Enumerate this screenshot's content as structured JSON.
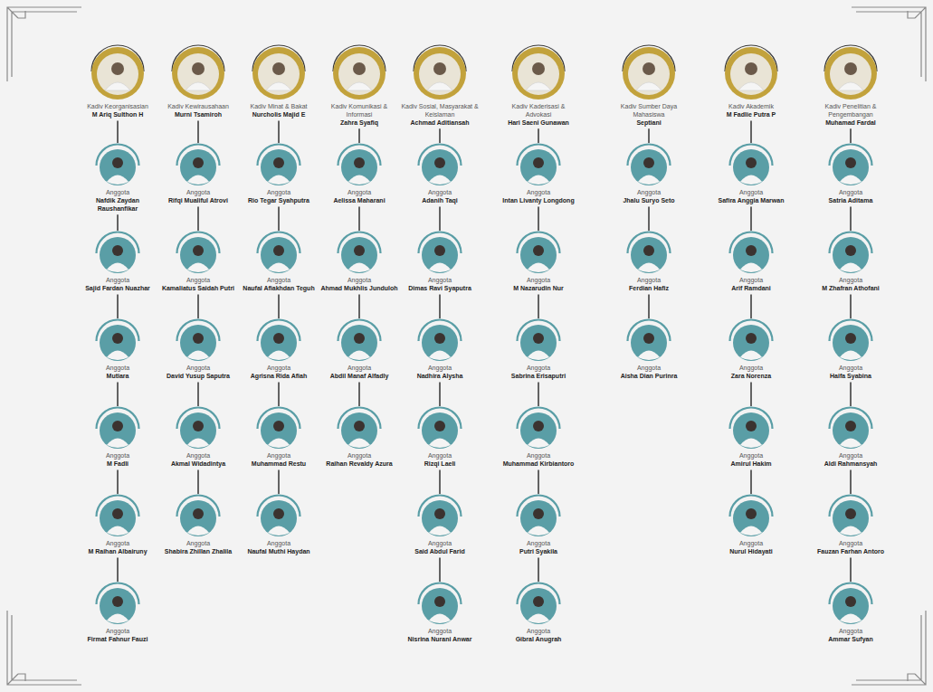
{
  "diagram": {
    "nodes": [
      {
        "text": [
          "Kadiv Keorganisasian",
          "M Ariq Sulthon H"
        ]
      },
      {
        "text": [
          "Anggota",
          "Nafdik Zaydan Raushanfikar"
        ]
      },
      {
        "text": [
          "Anggota",
          "Sajid Fardan Nuazhar"
        ]
      },
      {
        "text": [
          "Anggota",
          "Mutiara"
        ]
      },
      {
        "text": [
          "Anggota",
          "M Fadli"
        ]
      },
      {
        "text": [
          "Anggota",
          "M Raihan Albairuny"
        ]
      },
      {
        "text": [
          "Anggota",
          "Firmat Fahnur Fauzi"
        ]
      },
      {
        "text": [
          "Kadiv Kewirausahaan",
          "Murni Tsamiroh"
        ]
      },
      {
        "text": [
          "Anggota",
          "Rifqi Mualiful Atrovi"
        ]
      },
      {
        "text": [
          "Anggota",
          "Kamaliatus Saidah Putri"
        ]
      },
      {
        "text": [
          "Anggota",
          "David Yusup Saputra"
        ]
      },
      {
        "text": [
          "Anggota",
          "Akmal Widadintya"
        ]
      },
      {
        "text": [
          "Anggota",
          "Shabira Zhillan Zhalila"
        ]
      },
      {
        "text": [
          "Kadiv Minat & Bakat",
          "Nurcholis Majid E"
        ]
      },
      {
        "text": [
          "Anggota",
          "Rio Tegar Syahputra"
        ]
      },
      {
        "text": [
          "Anggota",
          "Naufal Afiakhdan Teguh"
        ]
      },
      {
        "text": [
          "Anggota",
          "Agrisna Rida Afiah"
        ]
      },
      {
        "text": [
          "Anggota",
          "Muhammad Restu"
        ]
      },
      {
        "text": [
          "Anggota",
          "Naufal Muthi Haydan"
        ]
      },
      {
        "text": [
          "Kadiv Komunikasi & Informasi",
          "Zahra Syafiq"
        ]
      },
      {
        "text": [
          "Anggota",
          "Aelissa Maharani"
        ]
      },
      {
        "text": [
          "Anggota",
          "Ahmad Mukhlis Junduloh"
        ]
      },
      {
        "text": [
          "Anggota",
          "Abdil Manaf Alfadly"
        ]
      },
      {
        "text": [
          "Anggota",
          "Raihan Revaldy Azura"
        ]
      },
      {
        "text": [
          "Kadiv Sosial, Masyarakat & Keislaman",
          "Achmad Aditiansah"
        ]
      },
      {
        "text": [
          "Anggota",
          "Adanih Taqi"
        ]
      },
      {
        "text": [
          "Anggota",
          "Dimas Ravi Syaputra"
        ]
      },
      {
        "text": [
          "Anggota",
          "Nadhira Alysha"
        ]
      },
      {
        "text": [
          "Anggota",
          "Rizqi Laeli"
        ]
      },
      {
        "text": [
          "Anggota",
          "Said Abdul Farid"
        ]
      },
      {
        "text": [
          "Anggota",
          "Nisrina Nurani Anwar"
        ]
      },
      {
        "text": [
          "Kadiv Kaderisasi & Advokasi",
          "Hari Saeni Gunawan"
        ]
      },
      {
        "text": [
          "Anggota",
          "Intan Livanty Longdong"
        ]
      },
      {
        "text": [
          "Anggota",
          "M Nazarudin Nur"
        ]
      },
      {
        "text": [
          "Anggota",
          "Sabrina Erisaputri"
        ]
      },
      {
        "text": [
          "Anggota",
          "Muhammad Kirbiantoro"
        ]
      },
      {
        "text": [
          "Anggota",
          "Putri Syakila"
        ]
      },
      {
        "text": [
          "Anggota",
          "Gibral Anugrah"
        ]
      },
      {
        "text": [
          "Kadiv Sumber Daya Mahasiswa",
          "Septiani"
        ]
      },
      {
        "text": [
          "Anggota",
          "Jhalu Suryo Seto"
        ]
      },
      {
        "text": [
          "Anggota",
          "Ferdian Hafiz"
        ]
      },
      {
        "text": [
          "Anggota",
          "Aisha Dian Purinra"
        ]
      },
      {
        "text": [
          "Kadiv Akademik",
          "M Fadlie Putra P"
        ]
      },
      {
        "text": [
          "Anggota",
          "Safira Anggia Marwan"
        ]
      },
      {
        "text": [
          "Anggota",
          "Arif Ramdani"
        ]
      },
      {
        "text": [
          "Anggota",
          "Zara Norenza"
        ]
      },
      {
        "text": [
          "Anggota",
          "Amirul Hakim"
        ]
      },
      {
        "text": [
          "Anggota",
          "Nurul Hidayati"
        ]
      },
      {
        "text": [
          "Kadiv Penelitian & Pengembangan",
          "Muhamad Fardal"
        ]
      },
      {
        "text": [
          "Anggota",
          "Satria Aditama"
        ]
      },
      {
        "text": [
          "Anggota",
          "M Zhafran Athofani"
        ]
      },
      {
        "text": [
          "Anggota",
          "Haifa Syabina"
        ]
      },
      {
        "text": [
          "Anggota",
          "Aldi Rahmansyah"
        ]
      },
      {
        "text": [
          "Anggota",
          "Fauzan Farhan Antoro"
        ]
      },
      {
        "text": [
          "Anggota",
          "Ammar Sufyan"
        ]
      }
    ],
    "edges": [
      {
        "from": 0,
        "to": 1,
        "arrow": "none"
      },
      {
        "from": 1,
        "to": 2,
        "arrow": "none"
      },
      {
        "from": 2,
        "to": 3,
        "arrow": "none"
      },
      {
        "from": 3,
        "to": 4,
        "arrow": "none"
      },
      {
        "from": 4,
        "to": 5,
        "arrow": "none"
      },
      {
        "from": 5,
        "to": 6,
        "arrow": "none"
      },
      {
        "from": 7,
        "to": 8,
        "arrow": "none"
      },
      {
        "from": 8,
        "to": 9,
        "arrow": "none"
      },
      {
        "from": 9,
        "to": 10,
        "arrow": "none"
      },
      {
        "from": 10,
        "to": 11,
        "arrow": "none"
      },
      {
        "from": 11,
        "to": 12,
        "arrow": "none"
      },
      {
        "from": 13,
        "to": 14,
        "arrow": "none"
      },
      {
        "from": 14,
        "to": 15,
        "arrow": "none"
      },
      {
        "from": 15,
        "to": 16,
        "arrow": "none"
      },
      {
        "from": 16,
        "to": 17,
        "arrow": "none"
      },
      {
        "from": 17,
        "to": 18,
        "arrow": "none"
      },
      {
        "from": 19,
        "to": 20,
        "arrow": "none"
      },
      {
        "from": 20,
        "to": 21,
        "arrow": "none"
      },
      {
        "from": 21,
        "to": 22,
        "arrow": "none"
      },
      {
        "from": 22,
        "to": 23,
        "arrow": "none"
      },
      {
        "from": 24,
        "to": 25,
        "arrow": "none"
      },
      {
        "from": 25,
        "to": 26,
        "arrow": "none"
      },
      {
        "from": 26,
        "to": 27,
        "arrow": "none"
      },
      {
        "from": 27,
        "to": 28,
        "arrow": "none"
      },
      {
        "from": 28,
        "to": 29,
        "arrow": "none"
      },
      {
        "from": 29,
        "to": 30,
        "arrow": "none"
      },
      {
        "from": 31,
        "to": 32,
        "arrow": "none"
      },
      {
        "from": 32,
        "to": 33,
        "arrow": "none"
      },
      {
        "from": 33,
        "to": 34,
        "arrow": "none"
      },
      {
        "from": 34,
        "to": 35,
        "arrow": "none"
      },
      {
        "from": 35,
        "to": 36,
        "arrow": "none"
      },
      {
        "from": 36,
        "to": 37,
        "arrow": "none"
      },
      {
        "from": 38,
        "to": 39,
        "arrow": "none"
      },
      {
        "from": 39,
        "to": 40,
        "arrow": "none"
      },
      {
        "from": 40,
        "to": 41,
        "arrow": "none"
      },
      {
        "from": 42,
        "to": 43,
        "arrow": "none"
      },
      {
        "from": 43,
        "to": 44,
        "arrow": "none"
      },
      {
        "from": 44,
        "to": 45,
        "arrow": "none"
      },
      {
        "from": 45,
        "to": 46,
        "arrow": "none"
      },
      {
        "from": 46,
        "to": 47,
        "arrow": "none"
      },
      {
        "from": 48,
        "to": 49,
        "arrow": "none"
      },
      {
        "from": 49,
        "to": 50,
        "arrow": "none"
      },
      {
        "from": 50,
        "to": 51,
        "arrow": "none"
      },
      {
        "from": 51,
        "to": 52,
        "arrow": "none"
      },
      {
        "from": 52,
        "to": 53,
        "arrow": "none"
      },
      {
        "from": 53,
        "to": 54,
        "arrow": "none"
      }
    ]
  }
}
